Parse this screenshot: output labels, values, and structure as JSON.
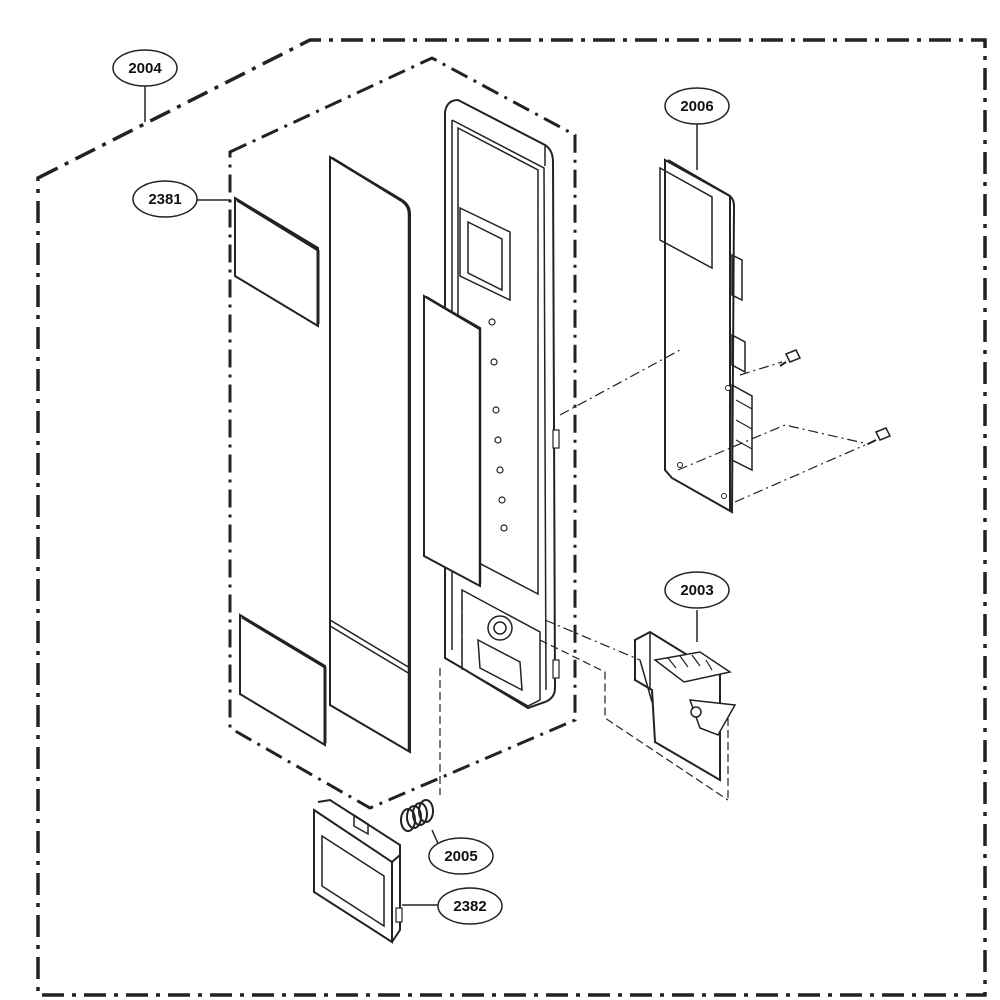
{
  "colors": {
    "line": "#222222",
    "background": "#ffffff"
  },
  "callouts": {
    "c2004": "2004",
    "c2381": "2381",
    "c2006": "2006",
    "c2003": "2003",
    "c2005": "2005",
    "c2382": "2382"
  }
}
